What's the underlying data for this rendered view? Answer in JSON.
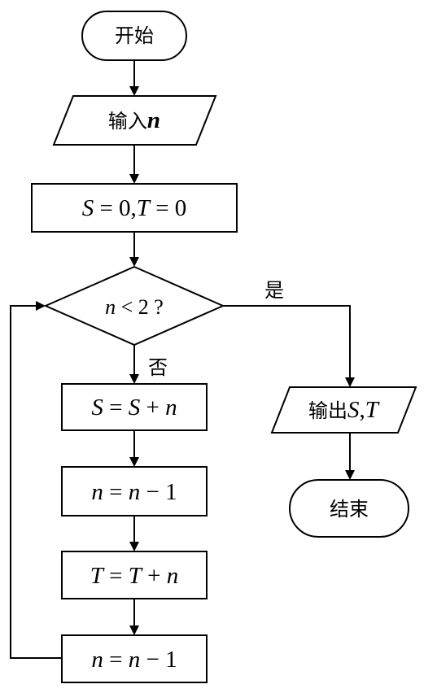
{
  "flowchart": {
    "start": "开始",
    "input": {
      "prefix": "输入",
      "var": "n"
    },
    "init": {
      "s": "S",
      "eq1": " = 0,",
      "t": "T",
      "eq2": " = 0"
    },
    "decision": {
      "var": "n",
      "rest": " < 2 ?"
    },
    "yes_label": "是",
    "no_label": "否",
    "step1": {
      "a": "S",
      "op1": " = ",
      "b": "S",
      "op2": " + ",
      "c": "n"
    },
    "step2": {
      "a": "n",
      "op1": " = ",
      "b": "n",
      "op2": " − 1"
    },
    "step3": {
      "a": "T",
      "op1": " = ",
      "b": "T",
      "op2": " + ",
      "c": "n"
    },
    "step4": {
      "a": "n",
      "op1": " = ",
      "b": "n",
      "op2": " − 1"
    },
    "output": {
      "prefix": "输出",
      "s": "S",
      "comma": ",",
      "t": "T"
    },
    "end": "结束"
  }
}
